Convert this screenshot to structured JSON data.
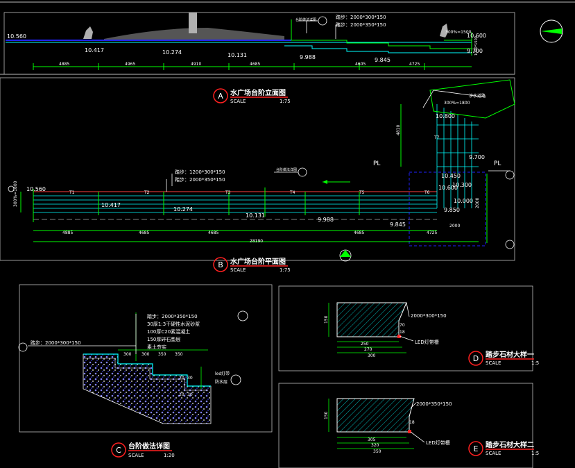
{
  "colors": {
    "background": "#000000",
    "frame": "#bdbdbd",
    "dim": "#00ff00",
    "text": "#ffffff",
    "accent_red": "#ff2020",
    "cyan": "#00ffff",
    "blue": "#2020ff",
    "yellow": "#ffff00",
    "magenta": "#ff40ff"
  },
  "elevation": {
    "levels": [
      "10.560",
      "10.417",
      "10.274",
      "10.131",
      "9.988",
      "9.845",
      "10.600",
      "9.700"
    ],
    "dims": [
      "4885",
      "4965",
      "4910",
      "4685",
      "4605",
      "4725"
    ],
    "notes": {
      "tread1": "踏步：2000*300*150",
      "tread2": "踏步：2000*350*150",
      "slope": "300%=1500",
      "height": "1000*1500",
      "callout": "台阶做法详图"
    }
  },
  "title_a": {
    "letter": "A",
    "name": "水广场台阶立面图",
    "scale_label": "SCALE",
    "scale": "1:75"
  },
  "plan": {
    "levels": [
      "10.560",
      "10.417",
      "10.274",
      "10.131",
      "9.988",
      "9.845",
      "10.450",
      "10.600",
      "10.300",
      "10.000",
      "9.850",
      "9.700",
      "10.800"
    ],
    "steps": [
      "T1",
      "T2",
      "T3",
      "T4",
      "T5",
      "T6",
      "T7"
    ],
    "dims": [
      "4885",
      "4685",
      "4685",
      "4685",
      "4725",
      "2000",
      "28190",
      "4810",
      "2000"
    ],
    "pl": "PL",
    "notes": {
      "tread1": "踏步：1200*300*150",
      "tread2": "踏步：2000*350*150",
      "slope": "300%=1800",
      "callout": "台阶做法详图",
      "side_label": "300%=1800",
      "walkway": "涉水道路"
    }
  },
  "title_b": {
    "letter": "B",
    "name": "水广场台阶平面图",
    "scale_label": "SCALE",
    "scale": "1:75"
  },
  "section_c": {
    "notes": [
      "踏步：2000*350*150",
      "30厚1:3干硬性水泥砂浆",
      "100厚C20素混凝土",
      "150厚碎石垫层",
      "素土夯实"
    ],
    "left_note": "踏步：2000*300*150",
    "dims": [
      "300",
      "300",
      "350",
      "350",
      "20",
      "30",
      "20",
      "30"
    ],
    "side_note1": "led灯带",
    "side_note2": "防水层"
  },
  "title_c": {
    "letter": "C",
    "name": "台阶做法详图",
    "scale_label": "SCALE",
    "scale": "1:20"
  },
  "detail_d": {
    "note1": "2000*300*150",
    "note2": "LED灯带槽",
    "dims": [
      "250",
      "270",
      "300",
      "150",
      "70",
      "18"
    ]
  },
  "title_d": {
    "letter": "D",
    "name": "踏步石材大样一",
    "scale_label": "SCALE",
    "scale": "1:5"
  },
  "detail_e": {
    "note1": "2000*350*150",
    "note2": "LED灯带槽",
    "dims": [
      "305",
      "320",
      "350",
      "150",
      "18"
    ]
  },
  "title_e": {
    "letter": "E",
    "name": "踏步石材大样二",
    "scale_label": "SCALE",
    "scale": "1:5"
  }
}
